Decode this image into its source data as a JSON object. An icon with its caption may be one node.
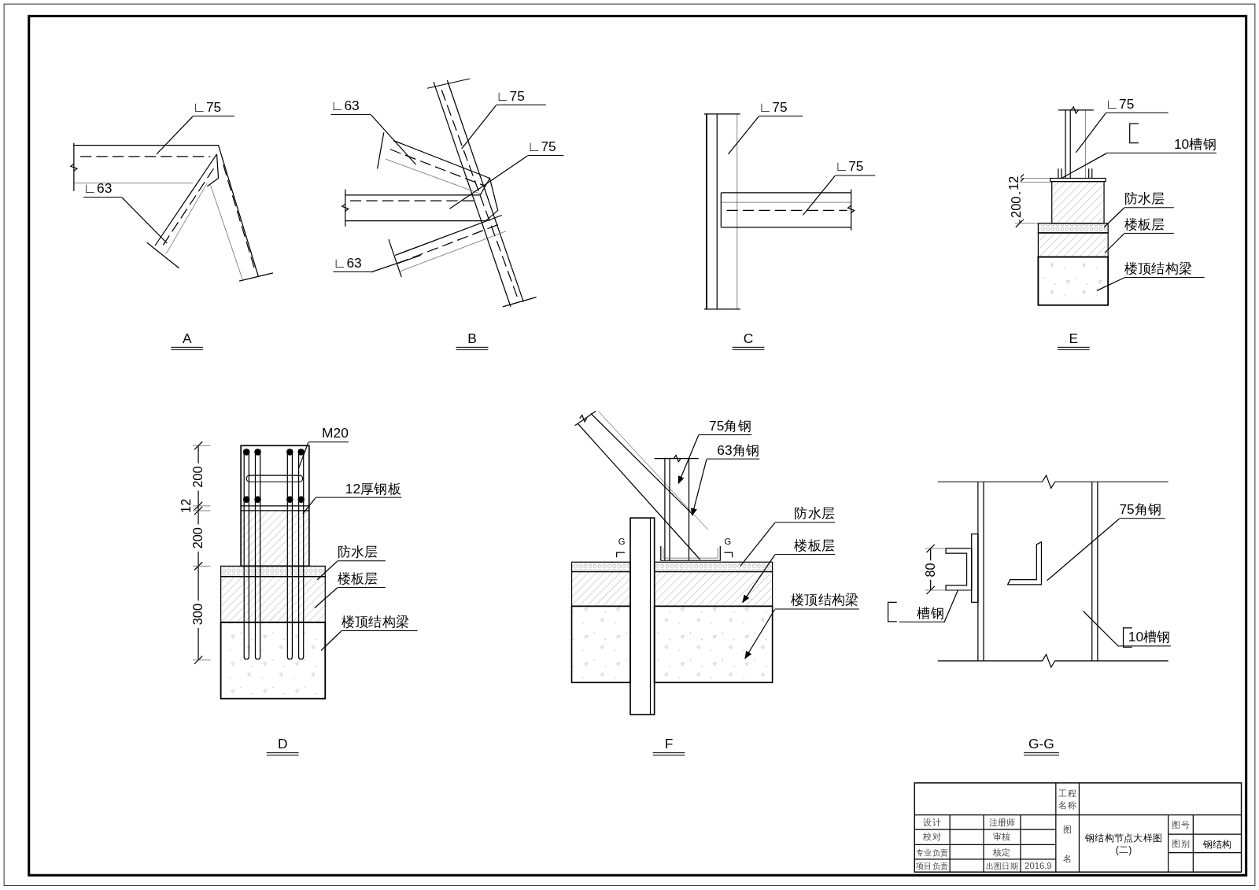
{
  "diagram": {
    "nodes": [
      {
        "text": [
          "∟75"
        ]
      },
      {
        "text": [
          "∟63"
        ]
      },
      {
        "text": [
          "∟63"
        ]
      },
      {
        "text": [
          "∟75"
        ]
      },
      {
        "text": [
          "∟75"
        ]
      },
      {
        "text": [
          "∟63"
        ]
      },
      {
        "text": [
          "∟75"
        ]
      },
      {
        "text": [
          "∟75"
        ]
      },
      {
        "text": [
          "∟75"
        ]
      },
      {
        "text": [
          "10槽钢"
        ]
      },
      {
        "text": [
          "防水层"
        ]
      },
      {
        "text": [
          "楼板层"
        ]
      },
      {
        "text": [
          "楼顶结构梁"
        ]
      },
      {
        "text": [
          "M20"
        ]
      },
      {
        "text": [
          "12厚钢板"
        ]
      },
      {
        "text": [
          "防水层"
        ]
      },
      {
        "text": [
          "楼板层"
        ]
      },
      {
        "text": [
          "楼顶结构梁"
        ]
      },
      {
        "text": [
          "75角钢"
        ]
      },
      {
        "text": [
          "63角钢"
        ]
      },
      {
        "text": [
          "防水层"
        ]
      },
      {
        "text": [
          "楼板层"
        ]
      },
      {
        "text": [
          "楼顶结构梁"
        ]
      },
      {
        "text": [
          "75角钢"
        ]
      },
      {
        "text": [
          "槽钢"
        ]
      },
      {
        "text": [
          "10槽钢"
        ]
      }
    ],
    "edges": [
      {
        "from": 0,
        "to": null,
        "arrow": "none"
      },
      {
        "from": 1,
        "to": null,
        "arrow": "none"
      },
      {
        "from": 2,
        "to": null,
        "arrow": "none"
      },
      {
        "from": 3,
        "to": null,
        "arrow": "none"
      },
      {
        "from": 4,
        "to": null,
        "arrow": "none"
      },
      {
        "from": 5,
        "to": null,
        "arrow": "none"
      },
      {
        "from": 6,
        "to": null,
        "arrow": "none"
      },
      {
        "from": 7,
        "to": null,
        "arrow": "none"
      },
      {
        "from": 8,
        "to": null,
        "arrow": "none"
      },
      {
        "from": 9,
        "to": null,
        "arrow": "none"
      },
      {
        "from": 10,
        "to": null,
        "arrow": "none"
      },
      {
        "from": 11,
        "to": null,
        "arrow": "none"
      },
      {
        "from": 12,
        "to": null,
        "arrow": "none"
      },
      {
        "from": 13,
        "to": null,
        "arrow": "none"
      },
      {
        "from": 14,
        "to": null,
        "arrow": "none"
      },
      {
        "from": 15,
        "to": null,
        "arrow": "none"
      },
      {
        "from": 16,
        "to": null,
        "arrow": "none"
      },
      {
        "from": 17,
        "to": null,
        "arrow": "none"
      },
      {
        "from": 18,
        "to": null,
        "arrow": "to"
      },
      {
        "from": 19,
        "to": null,
        "arrow": "to"
      },
      {
        "from": 20,
        "to": null,
        "arrow": "none"
      },
      {
        "from": 21,
        "to": null,
        "arrow": "to"
      },
      {
        "from": 22,
        "to": null,
        "arrow": "to"
      },
      {
        "from": 23,
        "to": null,
        "arrow": "none"
      },
      {
        "from": 24,
        "to": null,
        "arrow": "none"
      },
      {
        "from": 25,
        "to": null,
        "arrow": "none"
      }
    ],
    "labels": [
      "12",
      "200",
      "A",
      "B",
      "C",
      "E",
      "200",
      "12",
      "200",
      "300",
      "G",
      "G",
      "80",
      "D",
      "F",
      "G-G",
      "工程名称",
      "设计",
      "注册师",
      "图名",
      "校对",
      "审核",
      "图号",
      "专业负责",
      "核定",
      "钢结构节点大样图(二)",
      "图别",
      "钢结构",
      "项目负责",
      "出图日期",
      "2016.9"
    ]
  }
}
